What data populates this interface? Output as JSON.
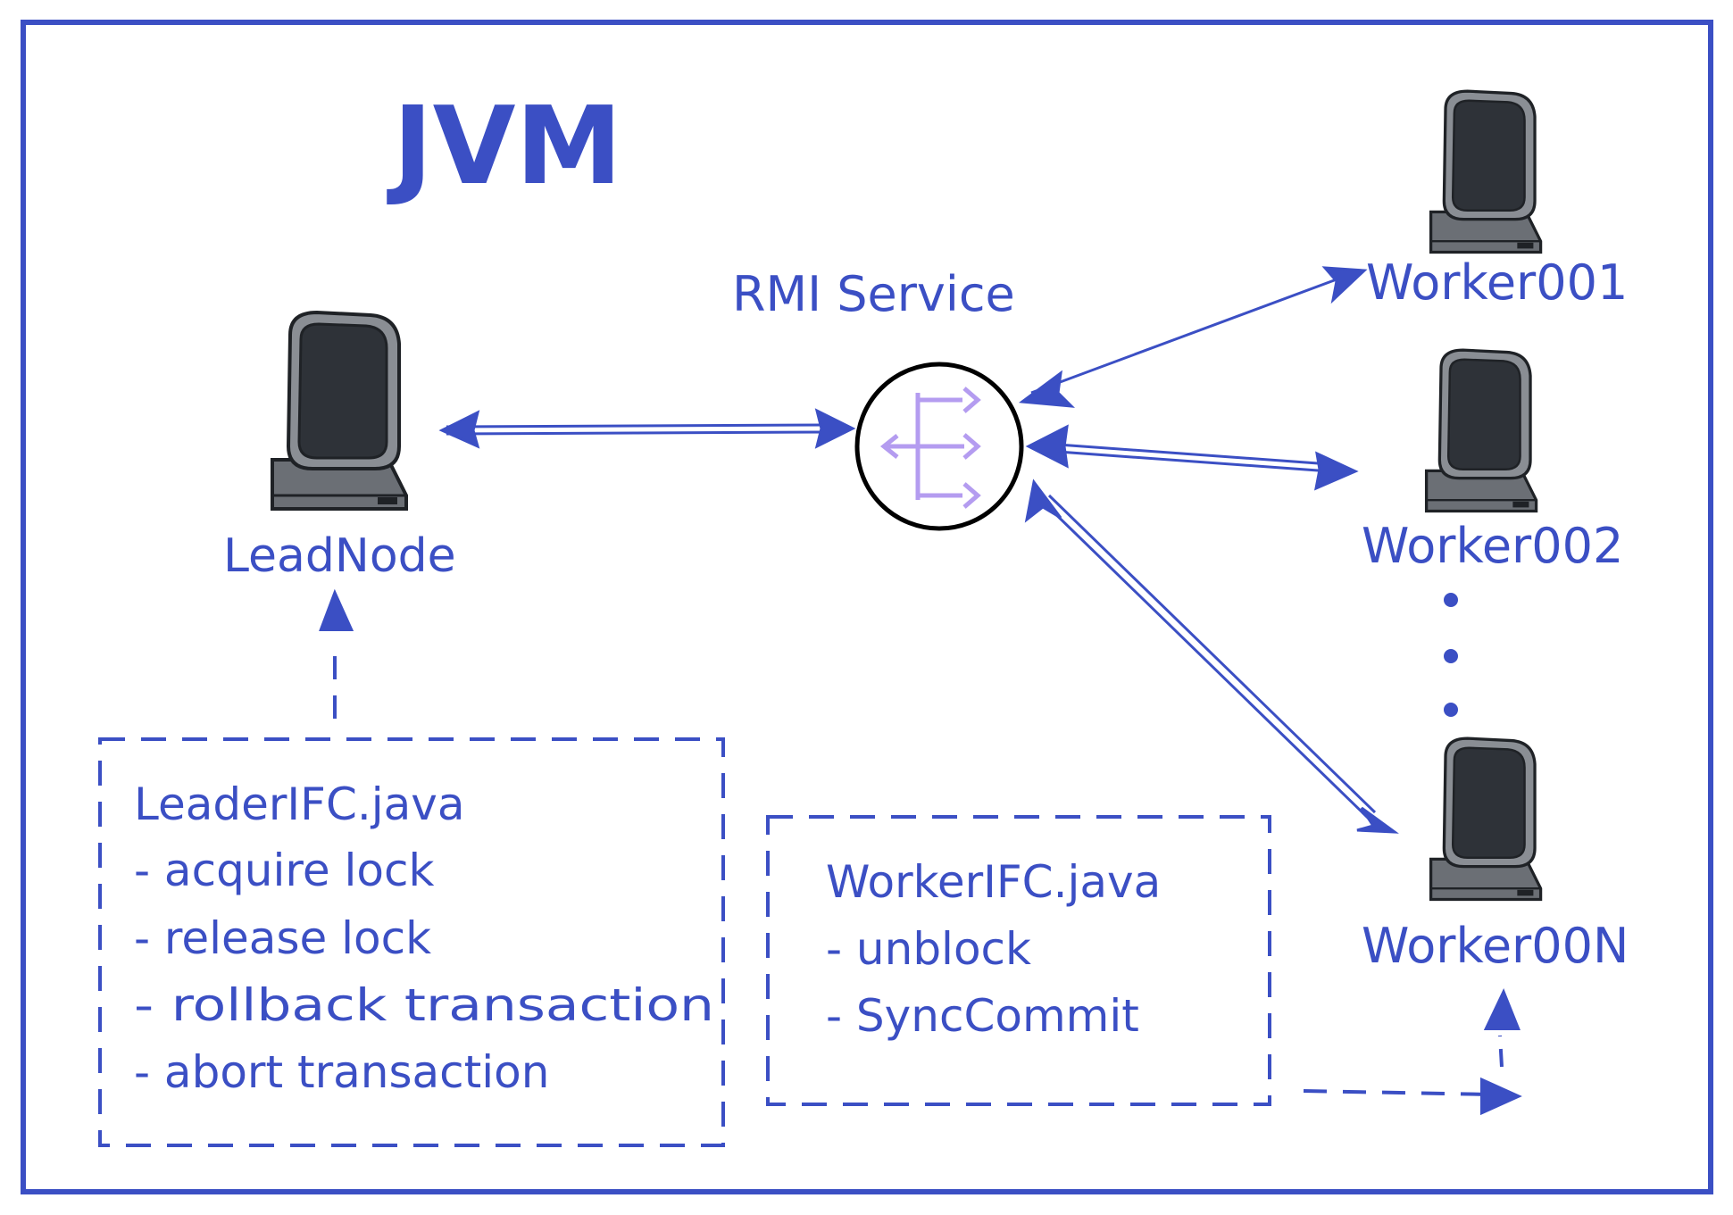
{
  "container": {
    "label": "JVM"
  },
  "service": {
    "label": "RMI Service",
    "icon": "fork-arrows-icon"
  },
  "lead": {
    "label": "LeadNode",
    "icon": "computer-icon"
  },
  "workers": [
    {
      "label": "Worker001",
      "icon": "computer-icon"
    },
    {
      "label": "Worker002",
      "icon": "computer-icon"
    },
    {
      "label": "Worker00N",
      "icon": "computer-icon"
    }
  ],
  "leader_ifc": {
    "title": "LeaderIFC.java",
    "items": [
      "- acquire lock",
      "- release lock",
      "- rollback transaction",
      "- abort transaction"
    ]
  },
  "worker_ifc": {
    "title": "WorkerIFC.java",
    "items": [
      "- unblock",
      "- SyncCommit"
    ]
  },
  "colors": {
    "ink": "#3b4fc4",
    "icon": "#b49cf0",
    "computer_dark": "#2e3238",
    "computer_body": "#5d6166"
  }
}
